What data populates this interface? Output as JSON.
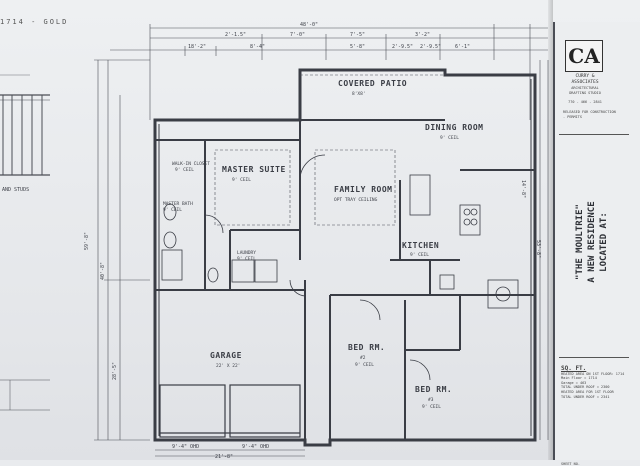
{
  "header": {
    "plan_code": "1714 - GOLD"
  },
  "overall_dimension": "48'-0\"",
  "top_dimensions": [
    "2'-1.5\"",
    "8'-4\"",
    "7'-0\"",
    "7'-5\"",
    "3'-2\"",
    "18'-2\"",
    "5'-8\"",
    "2'-9.5\"",
    "2'-9.5\"",
    "6'-1\""
  ],
  "left_dimensions": [
    "59'-8\"",
    "40'-8\"",
    "28'-5\""
  ],
  "right_dimensions": [
    "53'-8\"",
    "14'-8\""
  ],
  "bottom_dimensions": [
    "9'-4\" OHD",
    "9'-4\" OHD",
    "21'-8\""
  ],
  "rooms": {
    "patio": {
      "name": "COVERED PATIO",
      "size": "8'X8'"
    },
    "dining": {
      "name": "DINING ROOM",
      "ceiling": "9' CEIL"
    },
    "master": {
      "name": "MASTER SUITE",
      "ceiling": "9' CEIL"
    },
    "family": {
      "name": "FAMILY ROOM",
      "ceiling": "OPT TRAY CEILING"
    },
    "kitchen": {
      "name": "KITCHEN",
      "ceiling": "9' CEIL"
    },
    "bath": {
      "name": "MASTER BATH",
      "ceiling": "9' CEIL"
    },
    "closet": {
      "name": "WALK-IN CLOSET",
      "ceiling": "9' CEIL"
    },
    "laundry": {
      "name": "LAUNDRY",
      "ceiling": "9' CEIL"
    },
    "bed2": {
      "name": "BED RM.",
      "number": "#2",
      "ceiling": "9' CEIL"
    },
    "bed3": {
      "name": "BED RM.",
      "number": "#3",
      "ceiling": "9' CEIL"
    },
    "garage": {
      "name": "GARAGE",
      "size": "22' X 22'"
    }
  },
  "left_strip": {
    "label": "AND STUDS"
  },
  "title_block": {
    "logo": "CA",
    "firm_name": "CURRY & ASSOCIATES",
    "firm_sub": "ARCHITECTURAL DRAFTING STUDIO",
    "phone": "770 - 466 - 2841",
    "released": "RELEASED FOR CONSTRUCTION - PERMITS",
    "project_line1": "\"THE MOULTRIE\"",
    "project_line2": "A NEW RESIDENCE",
    "project_line3": "LOCATED AT:",
    "sq_title": "SQ. FT.",
    "sq_lines": [
      "HEATED AREA ON 1ST FLOOR: 1714",
      "Main Floor = 1714",
      "Garage = 463",
      "TOTAL UNDER ROOF = 2300",
      "HEATED AREA FOR 1ST FLOOR",
      "TOTAL UNDER ROOF = 2341"
    ],
    "sheet_label": "SHEET NO."
  }
}
